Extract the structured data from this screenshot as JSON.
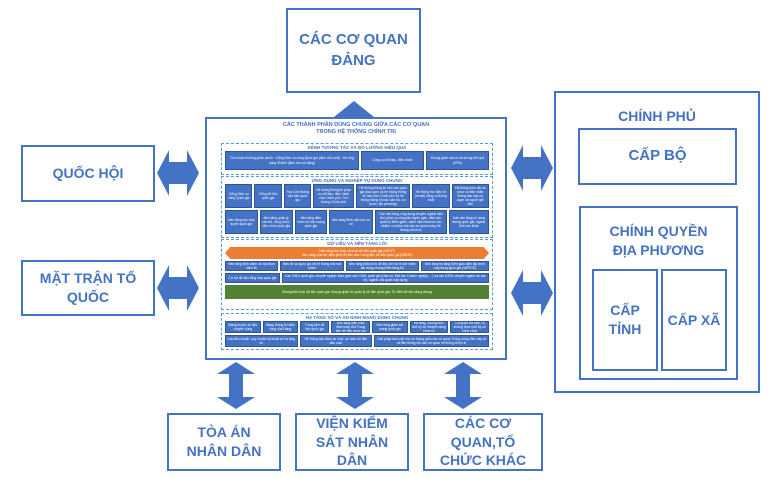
{
  "colors": {
    "primary": "#4472c4",
    "orange": "#ed7d31",
    "green": "#548235"
  },
  "boxes": {
    "party": "CÁC CƠ QUAN ĐẢNG",
    "national_assembly": "QUỐC HỘI",
    "fatherland_front": "MẶT TRẬN TỔ QUỐC",
    "government": "CHÍNH PHỦ",
    "ministry": "CẤP BỘ",
    "local": "CHÍNH QUYỀN ĐỊA PHƯƠNG",
    "province": "CẤP TỈNH",
    "commune": "CẤP XÃ",
    "court": "TÒA ÁN NHÂN DÂN",
    "procuracy": "VIỆN KIỂM SÁT NHÂN DÂN",
    "others": "CÁC CƠ QUAN,TỔ CHỨC KHÁC"
  },
  "central": {
    "title": "CÁC THÀNH PHẦN DÙNG CHUNG GIỮA CÁC CƠ QUAN TRONG HỆ THỐNG CHÍNH TRỊ",
    "sections": [
      {
        "title": "KÊNH TƯƠNG TÁC VÀ ĐO LƯỜNG HIỆU QUẢ",
        "rows": [
          [
            "Cửa nhận trường phản chính · Cổng Dịch vụ công Quốc gia (định chú mới) · Hệ ứng dụng VNeID (định cho số động)",
            "Công cụ chỉ đạo, điều hành",
            "Khung giám sát và đo lường kết quả (KPIs)"
          ]
        ]
      },
      {
        "title": "ỨNG DỤNG VÀ NGHIỆP VỤ DÙNG CHUNG",
        "rows": [
          [
            "Cổng Dịch vụ công Quốc gia",
            "Cổng dữ liệu quốc gia",
            "Trục Liên thông văn bản quốc gia",
            "Hệ thống thông tin phục vụ chỉ đạo, điều hành của Chính phủ, Thủ tướng Chính phủ",
            "Hệ thống thông tin báo cáo quốc gia (bao gồm cả hệ thống thông tin báo cáo Chính phủ và hệ thống thông tin báo cáo bộ, cơ quan, địa phương)",
            "Hệ thống thư điện tử (email) công vụ thống nhất",
            "Hệ thống theo dõi và phục vụ tiếp nhận thông báo các cơ quan và người giữ đầu"
          ],
          [
            "Nền tảng học trực tuyến quốc gia",
            "Nền tảng quản lý cán bộ, công chức, viên chức quốc gia",
            "Nền tảng điều hành và tính mạng quốc gia",
            "Nền tảng Bình dân học vụ số",
            "Các nền tảng, ứng dụng chuyên ngành dẫn thư phục vụ công tác tuyên giáo, dân vận, quản lý kiểm giám, nành hào thành từ các nhiệm vụ khác của các cơ quan trong hệ thống chính trị",
            "Các nền tảng số dùng chung quốc gia, ngành, lĩnh vực khác"
          ]
        ]
      },
      {
        "title": "DỮ LIỆU VÀ NỀN TẢNG LÕI",
        "orange": [
          "Nền tảng tích hợp, chia sẻ dữ liệu quốc gia (NDXP)",
          "Nền tảng chia sẻ, điều phối dữ liệu của Trung tâm dữ liệu quốc gia (NDOP)"
        ],
        "rows": [
          [
            "Nền tảng định danh và xác thực điện tử",
            "Bản đồ số quốc gia và hệ thống mã hoá chính",
            "Nền tảng phân tích dữ liệu lớn và trí tuệ nhân tạo dùng chung (Nền tảng AI)",
            "Nền tảng hạ tầng Kiến giao diện lập trình ứng dụng quốc gia (VAPIGX)"
          ],
          [
            "Cơ sở dữ liệu tổng hợp quốc gia",
            "Các CSDL quốc gia, chuyên ngành: Bao gồm các CSDL quốc gia (Dân cư, Đất đai, Doanh nghiệp, ...) và các CSDL chuyên ngành do các bộ, ngành chủ quản xây dựng"
          ]
        ],
        "green": "Khung kiến trúc dữ liệu quốc gia, Khung quản trị, quản lý dữ liệu quốc gia, Từ điển dữ liệu dùng chung"
      },
      {
        "title": "HẠ TẦNG SỐ VÀ AN NINH MẠNG DÙNG CHUNG",
        "rows": [
          [
            "Mạng truyền số liệu chuyên dùng",
            "Mạng thông tin diện rộng của Đảng",
            "Trung tâm dữ liệu quốc gia",
            "Nền tảng điện toán đám mây của Trung tâm dữ liệu quốc gia",
            "Nền tảng giám sát mạng quốc gia",
            "Hạ tầng, chứng thực chữ ký số chuyên dùng công vụ",
            "Cổng kết nối dịch vụ chứng thực chữ ký số công cộng"
          ],
          [
            "Các tiêu chuẩn, quy chuẩn kỹ thuật về hạ tầng số",
            "Hệ thống bảo đảm an ninh, an toàn dữ liệu đầu cuối",
            "Giải pháp bảo mật cho hệ thống giữa các cơ quan Trung ương đến cấp xã và liên thông với các cơ quan hệ thống chính trị"
          ]
        ]
      }
    ]
  }
}
